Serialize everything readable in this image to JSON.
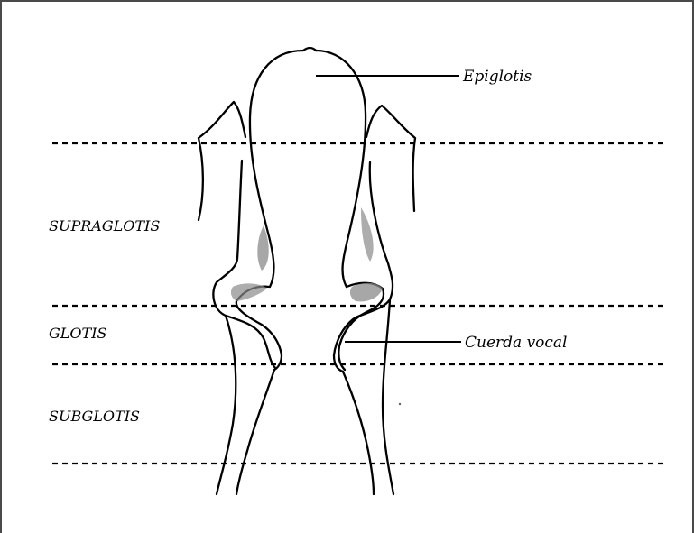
{
  "labels": {
    "epiglottis": "Epiglotis",
    "vocal_cord": "Cuerda vocal"
  },
  "zones": {
    "supraglottis": "SUPRAGLOTIS",
    "glottis": "GLOTIS",
    "subglottis": "SUBGLOTIS"
  },
  "colors": {
    "ink": "#000000",
    "shading": "#8a8a8a",
    "frame": "#4a4a4a"
  }
}
